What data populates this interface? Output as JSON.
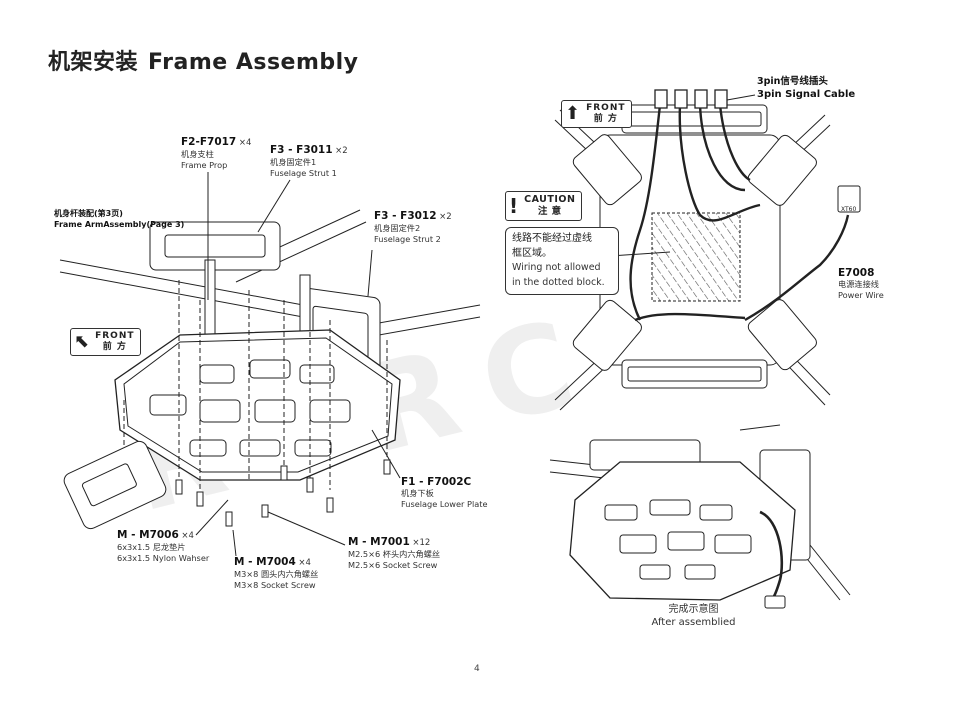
{
  "title": {
    "zh": "机架安装",
    "en": "Frame Assembly"
  },
  "parts": {
    "f2_prop": {
      "code": "F2-F7017",
      "qty": "×4",
      "zh": "机身支柱",
      "en": "Frame Prop"
    },
    "f3_strut1": {
      "code": "F3 - F3011",
      "qty": "×2",
      "zh": "机身固定件1",
      "en": "Fuselage Strut 1"
    },
    "f3_strut2": {
      "code": "F3 - F3012",
      "qty": "×2",
      "zh": "机身固定件2",
      "en": "Fuselage Strut 2"
    },
    "arm": {
      "zh": "机身杆装配(第3页)",
      "en": "Frame ArmAssembly(Page 3)"
    },
    "f1_plate": {
      "code": "F1 - F7002C",
      "zh": "机身下板",
      "en": "Fuselage Lower Plate"
    },
    "m7006": {
      "code": "M - M7006",
      "qty": "×4",
      "zh": "6x3x1.5 尼龙垫片",
      "en": "6x3x1.5 Nylon Wahser"
    },
    "m7004": {
      "code": "M - M7004",
      "qty": "×4",
      "zh": "M3×8 圆头内六角螺丝",
      "en": "M3×8 Socket Screw"
    },
    "m7001": {
      "code": "M - M7001",
      "qty": "×12",
      "zh": "M2.5×6 杯头内六角螺丝",
      "en": "M2.5×6 Socket Screw"
    }
  },
  "front_left": {
    "en": "FRONT",
    "zh": "前 方"
  },
  "front_right": {
    "en": "FRONT",
    "zh": "前 方"
  },
  "caution": {
    "en": "CAUTION",
    "zh": "注 意"
  },
  "note": {
    "zh1": "线路不能经过虚线",
    "zh2": "框区域。",
    "en1": "Wiring not allowed",
    "en2": "in the dotted block."
  },
  "signal_cable": {
    "zh": "3pin信号线插头",
    "en": "3pin Signal Cable"
  },
  "power_wire": {
    "code": "E7008",
    "zh": "电源连接线",
    "en": "Power Wire",
    "connector": "XT60"
  },
  "after": {
    "zh": "完成示意图",
    "en": "After assemblied"
  },
  "page_number": "4",
  "watermark": "RCRC",
  "colors": {
    "ink": "#222222",
    "watermark": "#eeeeee",
    "hatch": "#555555"
  }
}
